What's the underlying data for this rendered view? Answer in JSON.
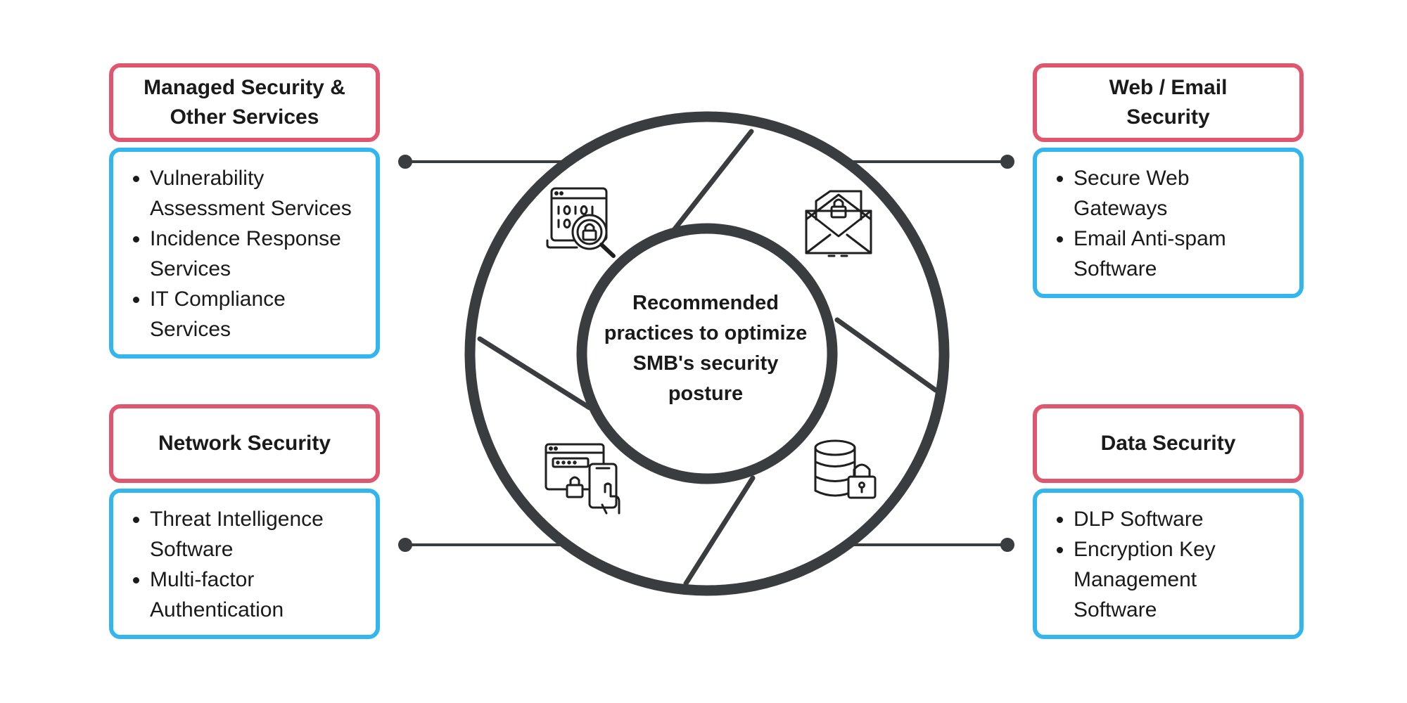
{
  "center": {
    "lines": [
      "Recommended",
      "practices to optimize",
      "SMB's security",
      "posture"
    ]
  },
  "panels": {
    "managed": {
      "title_lines": [
        "Managed Security &",
        "Other Services"
      ],
      "items": [
        [
          "Vulnerability",
          "Assessment Services"
        ],
        [
          "Incidence Response",
          "Services"
        ],
        [
          "IT Compliance",
          "Services"
        ]
      ]
    },
    "web": {
      "title_lines": [
        "Web / Email",
        "Security"
      ],
      "items": [
        [
          "Secure Web",
          "Gateways"
        ],
        [
          "Email Anti-spam",
          "Software"
        ]
      ]
    },
    "network": {
      "title_lines": [
        "Network Security"
      ],
      "items": [
        [
          "Threat Intelligence",
          "Software"
        ],
        [
          "Multi-factor",
          "Authentication"
        ]
      ]
    },
    "data": {
      "title_lines": [
        "Data Security"
      ],
      "items": [
        [
          "DLP Software"
        ],
        [
          "Encryption Key",
          "Management",
          "Software"
        ]
      ]
    }
  },
  "icons": {
    "managed": "code-search-lock-icon",
    "web": "email-lock-icon",
    "network": "devices-lock-icon",
    "data": "database-lock-icon"
  },
  "colors": {
    "title_border": "#e0566f",
    "list_border": "#33b5ee",
    "ring": "#3a3d40"
  }
}
